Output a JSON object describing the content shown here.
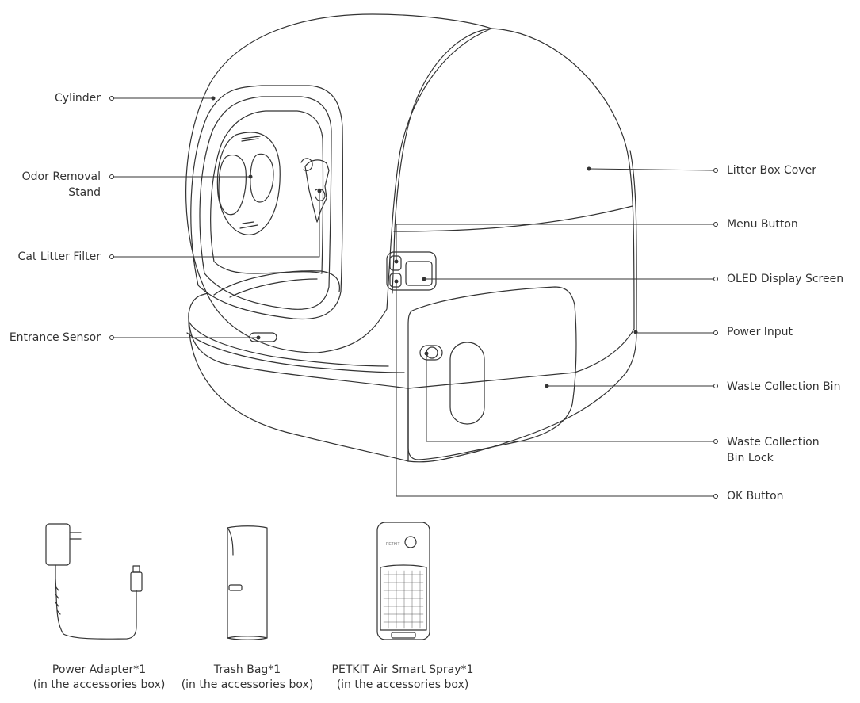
{
  "callouts": {
    "cylinder": "Cylinder",
    "odor_removal_stand": "Odor Removal\nStand",
    "cat_litter_filter": "Cat Litter Filter",
    "entrance_sensor": "Entrance Sensor",
    "litter_box_cover": "Litter Box Cover",
    "menu_button": "Menu Button",
    "oled_display_screen": "OLED Display Screen",
    "power_input": "Power Input",
    "waste_collection_bin": "Waste Collection Bin",
    "waste_collection_bin_lock": "Waste Collection\nBin Lock",
    "ok_button": "OK Button"
  },
  "accessories": [
    {
      "name": "Power Adapter*1",
      "note": "(in the accessories box)"
    },
    {
      "name": "Trash Bag*1",
      "note": "(in the accessories box)"
    },
    {
      "name": "PETKIT Air Smart Spray*1",
      "note": "(in the accessories box)"
    }
  ],
  "spray_brand": "PETKIT",
  "colors": {
    "line": "#333333",
    "background": "#ffffff"
  }
}
